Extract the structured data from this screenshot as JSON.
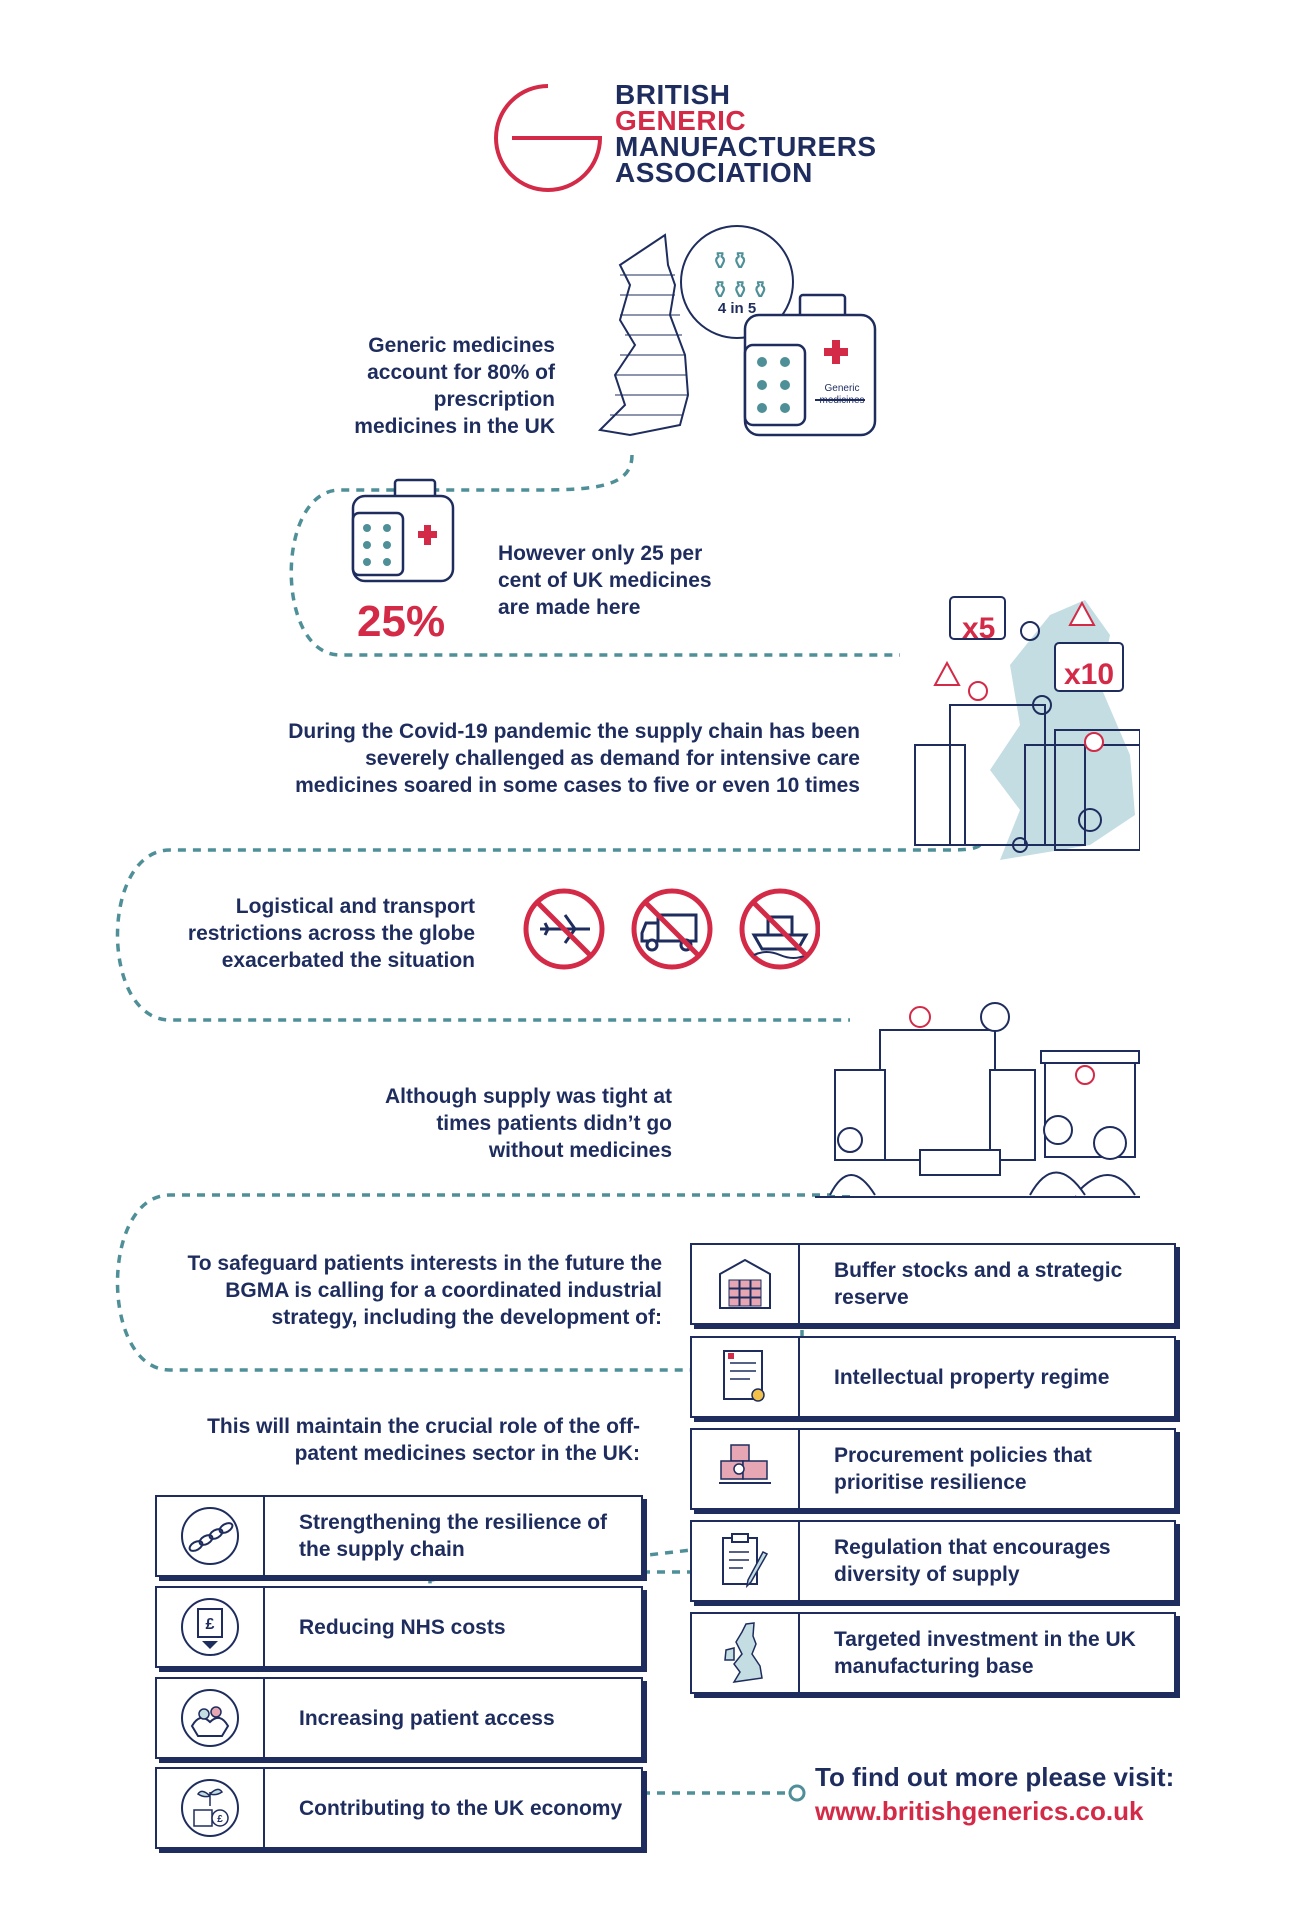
{
  "logo": {
    "line1": "BRITISH",
    "line2": "GENERIC",
    "line3": "MANUFACTURERS",
    "line4": "ASSOCIATION"
  },
  "badge": {
    "label": "4 in 5"
  },
  "bottle_label": "Generic\nmedicines",
  "step1": "Generic medicines account for 80% of prescription medicines in the UK",
  "step2": {
    "text": "However only 25 per cent of UK medicines are made here",
    "stat": "25%"
  },
  "step3": {
    "text": "During the Covid-19 pandemic the supply chain has been severely challenged as demand for intensive care medicines soared in some cases to five or even 10 times",
    "mult_a": "x5",
    "mult_b": "x10"
  },
  "step4": "Logistical and transport restrictions across the globe exacerbated the situation",
  "step5": "Although supply was tight at times patients didn’t go without medicines",
  "step6": "To safeguard patients interests in the future the BGMA is calling for a coordinated industrial strategy, including the development of:",
  "strategy_items": [
    {
      "label": "Buffer stocks and a strategic reserve",
      "icon": "warehouse-icon"
    },
    {
      "label": "Intellectual property regime",
      "icon": "certificate-icon"
    },
    {
      "label": "Procurement policies  that prioritise resilience",
      "icon": "boxes-icon"
    },
    {
      "label": "Regulation that encourages diversity of supply",
      "icon": "clipboard-pen-icon"
    },
    {
      "label": "Targeted investment in the UK manufacturing base",
      "icon": "uk-map-icon"
    }
  ],
  "step7": "This will maintain the crucial role of the off-patent medicines sector in the UK:",
  "benefit_items": [
    {
      "label": "Strengthening the resilience of the supply chain",
      "icon": "chain-icon"
    },
    {
      "label": "Reducing NHS costs",
      "icon": "pound-down-icon"
    },
    {
      "label": "Increasing patient access",
      "icon": "hands-pills-icon"
    },
    {
      "label": "Contributing to the UK economy",
      "icon": "coins-plant-icon"
    }
  ],
  "footer": {
    "cta": "To find out more please visit:",
    "url": "www.britishgenerics.co.uk"
  },
  "colors": {
    "navy": "#1e2d5e",
    "red": "#d32a47",
    "teal": "#4f8f98",
    "lightblue": "#c3dde3"
  }
}
